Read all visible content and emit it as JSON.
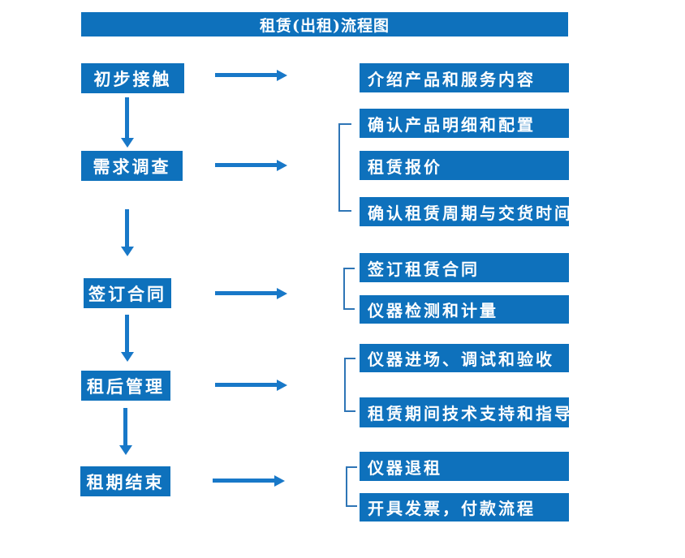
{
  "title": "租赁(出租)流程图",
  "steps": [
    {
      "label": "初步接触",
      "details": [
        "介绍产品和服务内容"
      ]
    },
    {
      "label": "需求调查",
      "details": [
        "确认产品明细和配置",
        "租赁报价",
        "确认租赁周期与交货时间"
      ]
    },
    {
      "label": "签订合同",
      "details": [
        "签订租赁合同",
        "仪器检测和计量"
      ]
    },
    {
      "label": "租后管理",
      "details": [
        "仪器进场、调试和验收",
        "租赁期间技术支持和指导"
      ]
    },
    {
      "label": "租期结束",
      "details": [
        "仪器退租",
        "开具发票，付款流程"
      ]
    }
  ],
  "colors": {
    "box": "#0E71BC",
    "arrow": "#1878C8",
    "bracket": "#2E75B6",
    "text": "#FFFFFF",
    "background": "#FFFFFF"
  }
}
